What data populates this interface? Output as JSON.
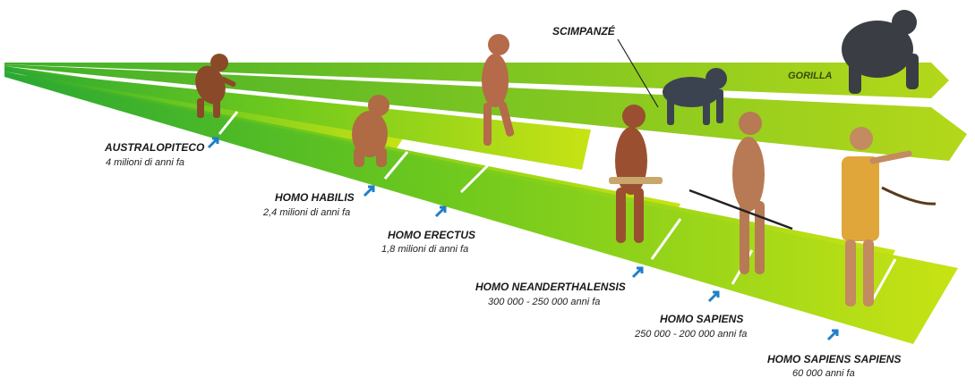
{
  "labels": {
    "australopiteco": {
      "name": "AUSTRALOPITECO",
      "date": "4 milioni di anni fa"
    },
    "homo_habilis": {
      "name": "HOMO HABILIS",
      "date": "2,4 milioni di anni fa"
    },
    "homo_erectus": {
      "name": "HOMO ERECTUS",
      "date": "1,8 milioni di anni fa"
    },
    "neanderthalensis": {
      "name": "HOMO NEANDERTHALENSIS",
      "date": "300 000 - 250 000 anni fa"
    },
    "homo_sapiens": {
      "name": "HOMO SAPIENS",
      "date": "250 000 - 200 000 anni fa"
    },
    "homo_sapiens_sapiens": {
      "name": "HOMO SAPIENS SAPIENS",
      "date": "60 000 anni fa"
    },
    "scimpanze": {
      "name": "SCIMPANZÉ"
    },
    "gorilla": {
      "name": "GORILLA"
    }
  },
  "colors": {
    "band_light": "#d6f000",
    "band_dark": "#2bb52b",
    "arrow": "#1f7fc7"
  }
}
